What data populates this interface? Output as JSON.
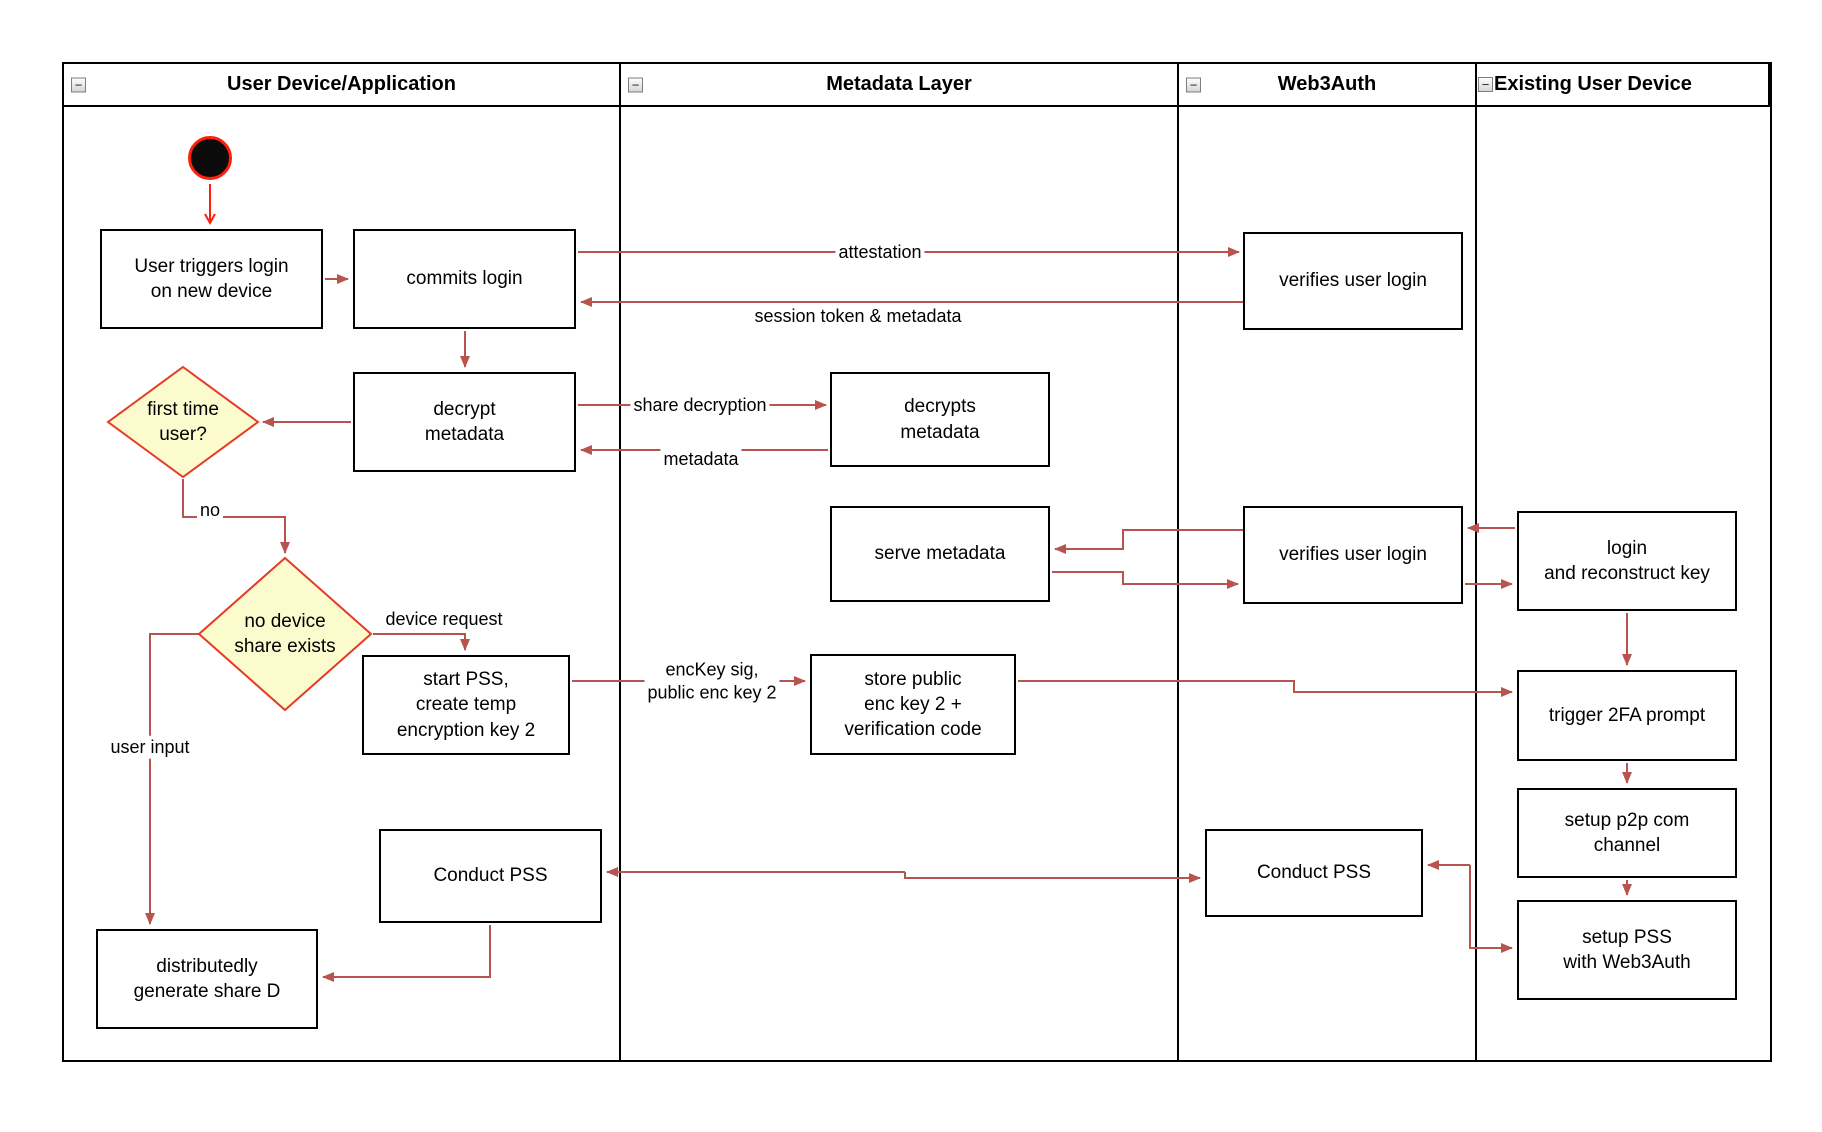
{
  "lanes": [
    {
      "label": "User Device/Application"
    },
    {
      "label": "Metadata Layer"
    },
    {
      "label": "Web3Auth"
    },
    {
      "label": "Existing User Device"
    }
  ],
  "icons": {
    "collapse_glyph": "−"
  },
  "nodes": {
    "user_triggers": {
      "label": "User triggers login\non new device"
    },
    "commits_login": {
      "label": "commits login"
    },
    "verifies_login_1": {
      "label": "verifies user login"
    },
    "decrypt_metadata": {
      "label": "decrypt\nmetadata"
    },
    "decrypts_metadata": {
      "label": "decrypts\nmetadata"
    },
    "first_time_user": {
      "label": "first time\nuser?"
    },
    "serve_metadata": {
      "label": "serve metadata"
    },
    "verifies_login_2": {
      "label": "verifies user login"
    },
    "login_reconstruct": {
      "label": "login\nand reconstruct key"
    },
    "no_device_share": {
      "label": "no device\nshare exists"
    },
    "start_pss": {
      "label": "start PSS,\ncreate temp\nencryption key 2"
    },
    "store_public": {
      "label": "store public\nenc key 2 +\nverification code"
    },
    "trigger_2fa": {
      "label": "trigger 2FA prompt"
    },
    "setup_p2p": {
      "label": "setup p2p com\nchannel"
    },
    "setup_pss": {
      "label": "setup PSS\nwith Web3Auth"
    },
    "conduct_pss_user": {
      "label": "Conduct PSS"
    },
    "conduct_pss_web3": {
      "label": "Conduct PSS"
    },
    "distributed_share": {
      "label": "distributedly\ngenerate share D"
    }
  },
  "edge_labels": {
    "attestation": "attestation",
    "session_token": "session token & metadata",
    "share_decryption": "share decryption",
    "metadata": "metadata",
    "no": "no",
    "device_request": "device request",
    "user_input": "user input",
    "enckey_sig": "encKey sig,\npublic enc key 2"
  },
  "colors": {
    "arrow": "#B85450",
    "start_arrow": "#FF1F0A",
    "decision_fill": "#FBFBCE",
    "decision_stroke": "#E63B24",
    "box_border": "#000000"
  }
}
